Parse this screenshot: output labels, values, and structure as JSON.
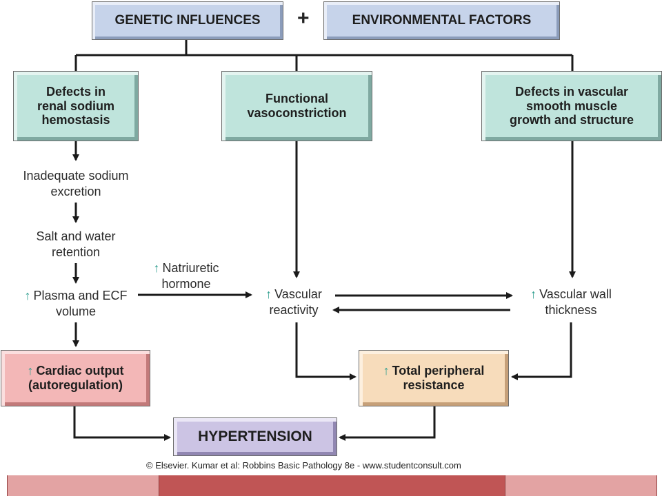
{
  "top": {
    "genetic": "GENETIC INFLUENCES",
    "plus": "+",
    "environmental": "ENVIRONMENTAL FACTORS"
  },
  "mechanisms": {
    "renal": [
      "Defects in",
      "renal sodium",
      "hemostasis"
    ],
    "vasoconstriction": [
      "Functional",
      "vasoconstriction"
    ],
    "smooth_muscle": [
      "Defects in vascular",
      "smooth muscle",
      "growth and structure"
    ]
  },
  "left_chain": {
    "sodium_excretion": [
      "Inadequate sodium",
      "excretion"
    ],
    "retention": [
      "Salt and water",
      "retention"
    ],
    "plasma": [
      "Plasma and ECF",
      "volume"
    ]
  },
  "natriuretic": [
    "Natriuretic",
    "hormone"
  ],
  "vascular_reactivity": [
    "Vascular",
    "reactivity"
  ],
  "vascular_wall": [
    "Vascular wall",
    "thickness"
  ],
  "cardiac_output": [
    "Cardiac output",
    "(autoregulation)"
  ],
  "peripheral_resistance": [
    "Total peripheral",
    "resistance"
  ],
  "outcome": "HYPERTENSION",
  "up_arrow_symbol": "↑",
  "copyright": "© Elsevier. Kumar et al: Robbins Basic Pathology 8e - www.studentconsult.com",
  "colors": {
    "top_boxes": "#c6d3ea",
    "mechanism_boxes": "#bfe4dc",
    "cardiac_box": "#f3b7b7",
    "resistance_box": "#f7dcbb",
    "outcome_box": "#ccc4e4",
    "increase_arrow": "#2f9e8f",
    "footer_light": "#e3a3a3",
    "footer_dark": "#c05555"
  }
}
